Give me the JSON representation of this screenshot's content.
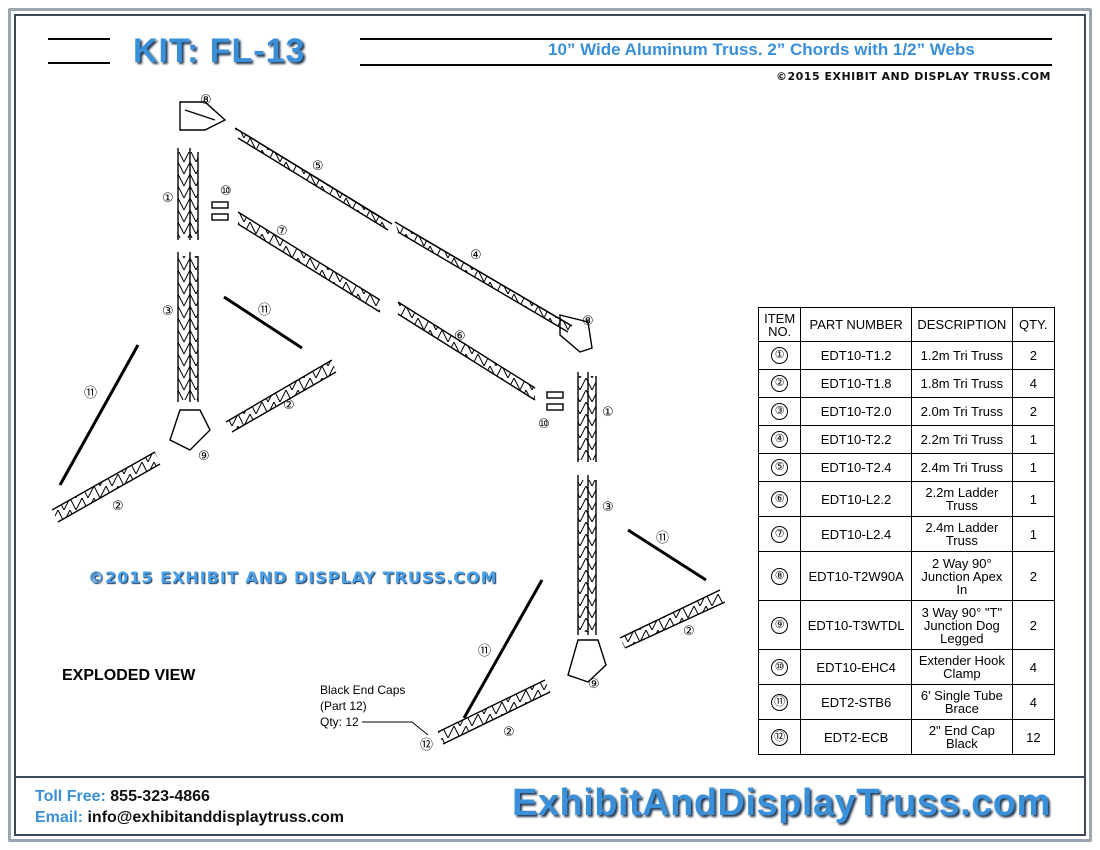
{
  "header": {
    "kit_title": "KIT: FL-13",
    "subtitle": "10” Wide Aluminum Truss. 2” Chords with 1/2” Webs",
    "copyright": "©2015 EXHIBIT AND DISPLAY TRUSS.COM"
  },
  "drawing": {
    "view_label": "EXPLODED VIEW",
    "watermark": "©2015 EXHIBIT AND DISPLAY TRUSS.COM",
    "end_caps_note": [
      "Black End Caps",
      "(Part 12)",
      "Qty: 12"
    ],
    "callouts": [
      "①",
      "②",
      "③",
      "④",
      "⑤",
      "⑥",
      "⑦",
      "⑧",
      "⑨",
      "⑩",
      "⑪",
      "⑫"
    ]
  },
  "bom": {
    "headers": {
      "item": [
        "ITEM",
        "NO."
      ],
      "part": "PART NUMBER",
      "desc": "DESCRIPTION",
      "qty": "QTY."
    },
    "rows": [
      {
        "item": "①",
        "part": "EDT10-T1.2",
        "desc": [
          "1.2m Tri Truss"
        ],
        "qty": "2"
      },
      {
        "item": "②",
        "part": "EDT10-T1.8",
        "desc": [
          "1.8m Tri Truss"
        ],
        "qty": "4"
      },
      {
        "item": "③",
        "part": "EDT10-T2.0",
        "desc": [
          "2.0m Tri Truss"
        ],
        "qty": "2"
      },
      {
        "item": "④",
        "part": "EDT10-T2.2",
        "desc": [
          "2.2m Tri Truss"
        ],
        "qty": "1"
      },
      {
        "item": "⑤",
        "part": "EDT10-T2.4",
        "desc": [
          "2.4m Tri Truss"
        ],
        "qty": "1"
      },
      {
        "item": "⑥",
        "part": "EDT10-L2.2",
        "desc": [
          "2.2m Ladder",
          "Truss"
        ],
        "qty": "1"
      },
      {
        "item": "⑦",
        "part": "EDT10-L2.4",
        "desc": [
          "2.4m Ladder",
          "Truss"
        ],
        "qty": "1"
      },
      {
        "item": "⑧",
        "part": "EDT10-T2W90A",
        "desc": [
          "2 Way 90°",
          "Junction Apex",
          "In"
        ],
        "qty": "2"
      },
      {
        "item": "⑨",
        "part": "EDT10-T3WTDL",
        "desc": [
          "3 Way 90° \"T\"",
          "Junction Dog",
          "Legged"
        ],
        "qty": "2"
      },
      {
        "item": "⑩",
        "part": "EDT10-EHC4",
        "desc": [
          "Extender Hook",
          "Clamp"
        ],
        "qty": "4"
      },
      {
        "item": "⑪",
        "part": "EDT2-STB6",
        "desc": [
          "6' Single Tube",
          "Brace"
        ],
        "qty": "4"
      },
      {
        "item": "⑫",
        "part": "EDT2-ECB",
        "desc": [
          "2\" End Cap",
          "Black"
        ],
        "qty": "12"
      }
    ]
  },
  "footer": {
    "toll_free_label": "Toll Free:",
    "toll_free_value": "855-323-4866",
    "email_label": "Email:",
    "email_value": "info@exhibitanddisplaytruss.com",
    "brand": "ExhibitAndDisplayTruss.com"
  }
}
